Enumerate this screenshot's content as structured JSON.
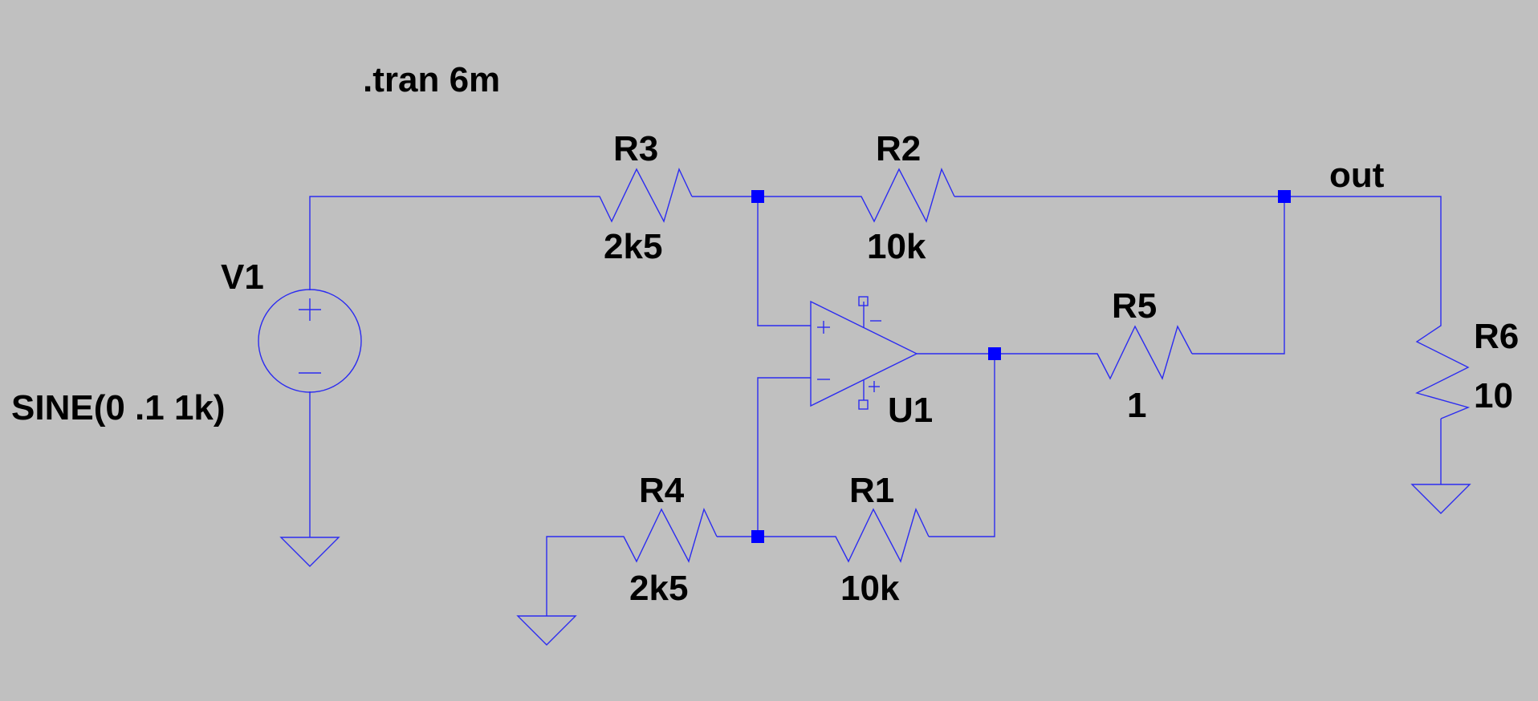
{
  "directive": ".tran 6m",
  "colors": {
    "background": "#c0c0c0",
    "wire": "#2c2cf0",
    "junction": "#0000ff",
    "text": "#000000"
  },
  "components": {
    "V1": {
      "name": "V1",
      "value": "SINE(0 .1 1k)"
    },
    "R1": {
      "name": "R1",
      "value": "10k"
    },
    "R2": {
      "name": "R2",
      "value": "10k"
    },
    "R3": {
      "name": "R3",
      "value": "2k5"
    },
    "R4": {
      "name": "R4",
      "value": "2k5"
    },
    "R5": {
      "name": "R5",
      "value": "1"
    },
    "R6": {
      "name": "R6",
      "value": "10"
    },
    "U1": {
      "name": "U1"
    }
  },
  "net_labels": {
    "out": "out"
  }
}
